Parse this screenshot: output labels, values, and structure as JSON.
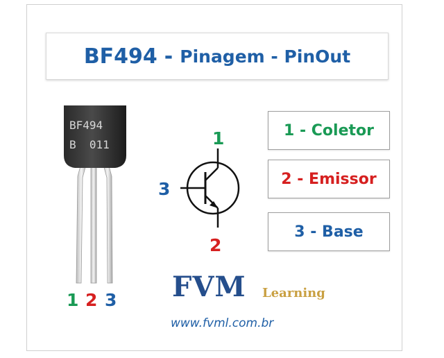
{
  "title": {
    "part": "BF494",
    "separator": "-",
    "subtitle": "Pinagem - PinOut",
    "color": "#1f5fa6"
  },
  "package": {
    "marking_line1": "BF494",
    "marking_line2": "B  011",
    "pin_labels": [
      {
        "text": "1",
        "color": "#1a9a55"
      },
      {
        "text": "2",
        "color": "#d62020"
      },
      {
        "text": "3",
        "color": "#1f5fa6"
      }
    ]
  },
  "symbol": {
    "collector_label": "1",
    "emitter_label": "2",
    "base_label": "3"
  },
  "legend": [
    {
      "text": "1 - Coletor",
      "color": "#1a9a55"
    },
    {
      "text": "2 - Emissor",
      "color": "#d62020"
    },
    {
      "text": "3 - Base",
      "color": "#1f5fa6"
    }
  ],
  "brand": {
    "logo": "FVM",
    "logo_sub": "Learning",
    "url": "www.fvml.com.br"
  }
}
